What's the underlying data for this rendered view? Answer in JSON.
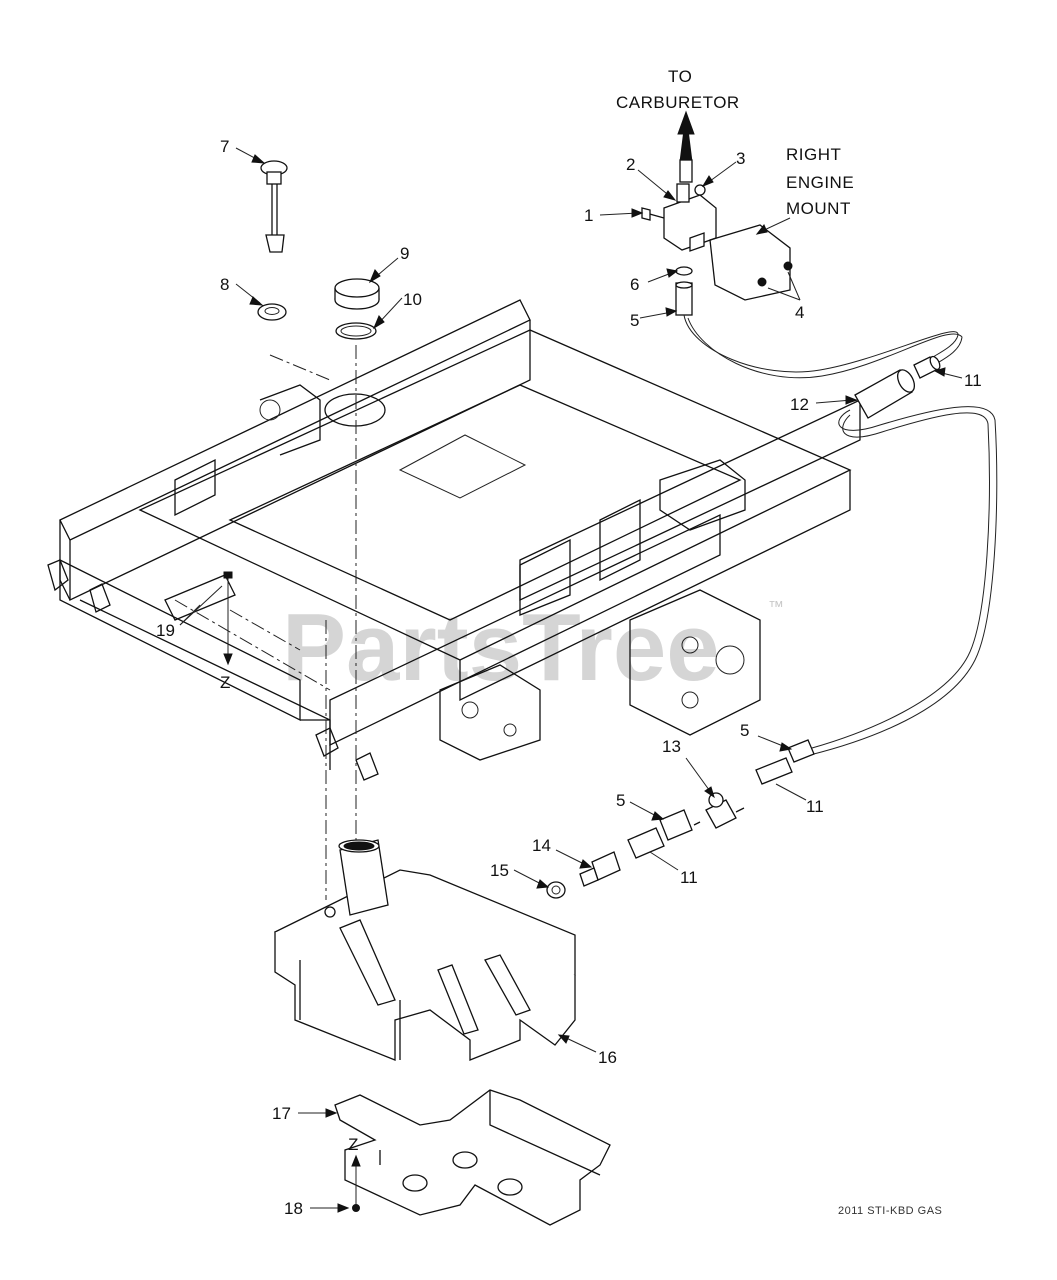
{
  "diagram": {
    "top_caption": {
      "line1": "TO",
      "line2": "CARBURETOR"
    },
    "side_caption": {
      "line1": "RIGHT",
      "line2": "ENGINE",
      "line3": "MOUNT"
    },
    "axis_marker": "Z",
    "watermark": "PartsTree",
    "watermark_tm": "™",
    "footer_code": "2011 STI-KBD  GAS",
    "callouts": [
      "1",
      "2",
      "3",
      "4",
      "5",
      "6",
      "7",
      "8",
      "9",
      "10",
      "11",
      "12",
      "13",
      "14",
      "15",
      "16",
      "17",
      "18",
      "19"
    ]
  }
}
